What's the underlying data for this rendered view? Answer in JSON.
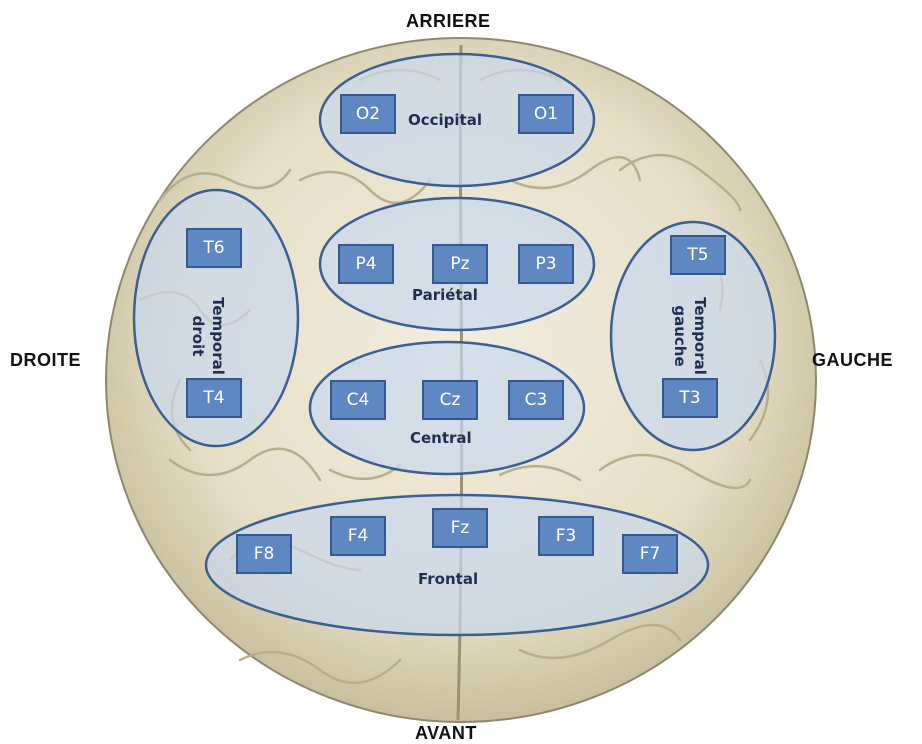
{
  "directions": {
    "top": "ARRIERE",
    "bottom": "AVANT",
    "left": "DROITE",
    "right": "GAUCHE"
  },
  "regions": {
    "occipital": "Occipital",
    "parietal": "Pariétal",
    "central": "Central",
    "frontal": "Frontal",
    "temporal_right": "Temporal droit",
    "temporal_left": "Temporal gauche"
  },
  "electrodes": {
    "O2": "O2",
    "O1": "O1",
    "P4": "P4",
    "Pz": "Pz",
    "P3": "P3",
    "C4": "C4",
    "Cz": "Cz",
    "C3": "C3",
    "F8": "F8",
    "F4": "F4",
    "Fz": "Fz",
    "F3": "F3",
    "F7": "F7",
    "T6": "T6",
    "T4": "T4",
    "T5": "T5",
    "T3": "T3"
  },
  "colors": {
    "electrode_fill": "#5f88c3",
    "electrode_border": "#34588f",
    "region_fill": "#c9d8ee",
    "region_stroke": "#3b5f94",
    "brain": "#ece6d2"
  }
}
